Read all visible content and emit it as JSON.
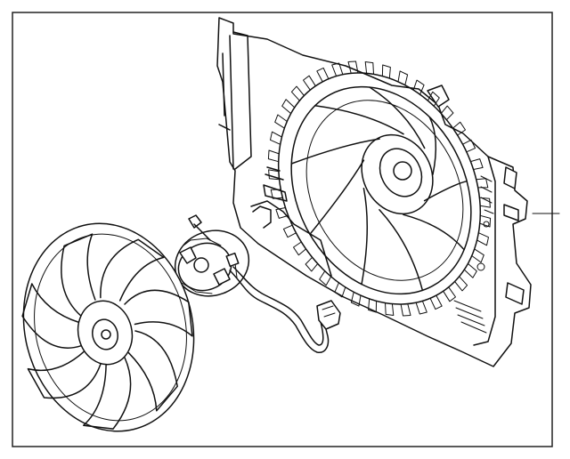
{
  "diagram": {
    "components": [
      {
        "id": "fan-blade",
        "icon": "fan-blade-icon"
      },
      {
        "id": "fan-motor",
        "icon": "motor-icon"
      },
      {
        "id": "wiring-harness",
        "icon": "connector-icon"
      },
      {
        "id": "fan-shroud",
        "icon": "shroud-icon"
      }
    ],
    "colors": {
      "line": "#111111",
      "background": "#ffffff",
      "frame": "#222222"
    }
  }
}
